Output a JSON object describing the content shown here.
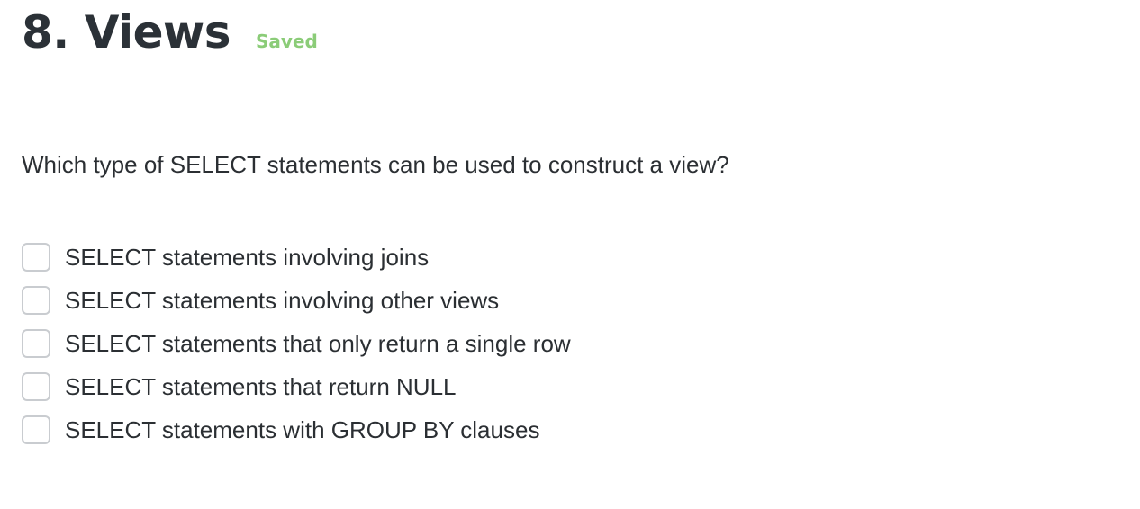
{
  "header": {
    "title": "8. Views",
    "status": "Saved"
  },
  "question": {
    "text": "Which type of SELECT statements can be used to construct a view?",
    "options": [
      {
        "label": "SELECT statements involving joins",
        "checked": false
      },
      {
        "label": "SELECT statements involving other views",
        "checked": false
      },
      {
        "label": "SELECT statements that only return a single row",
        "checked": false
      },
      {
        "label": "SELECT statements that return NULL",
        "checked": false
      },
      {
        "label": "SELECT statements with GROUP BY clauses",
        "checked": false
      }
    ]
  },
  "colors": {
    "title": "#2b3137",
    "saved_status": "#8bcc78",
    "text": "#2b2f33",
    "checkbox_border": "#c9ccd0"
  }
}
